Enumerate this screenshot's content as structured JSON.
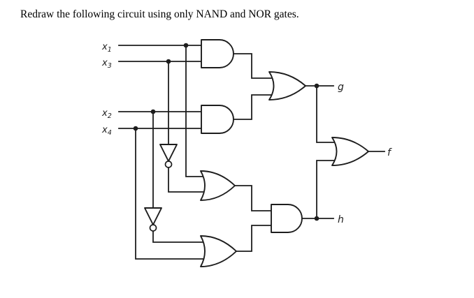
{
  "title": "Redraw the following circuit using only NAND and NOR gates.",
  "colors": {
    "background": "#ffffff",
    "line": "#1d1d1d",
    "text": "#000000"
  },
  "inputs": [
    {
      "base": "x",
      "sub": "1"
    },
    {
      "base": "x",
      "sub": "3"
    },
    {
      "base": "x",
      "sub": "2"
    },
    {
      "base": "x",
      "sub": "4"
    }
  ],
  "outputs": {
    "g": "g",
    "f": "f",
    "h": "h"
  },
  "circuit": {
    "gates": [
      {
        "id": "and-top",
        "type": "AND",
        "inputs": [
          "x1",
          "x3"
        ]
      },
      {
        "id": "and-mid",
        "type": "AND",
        "inputs": [
          "x2",
          "x4"
        ]
      },
      {
        "id": "or-g",
        "type": "OR",
        "inputs": [
          "and-top",
          "and-mid"
        ],
        "output": "g"
      },
      {
        "id": "not-x3",
        "type": "NOT",
        "inputs": [
          "x3"
        ]
      },
      {
        "id": "not-x2",
        "type": "NOT",
        "inputs": [
          "x2"
        ]
      },
      {
        "id": "or-mid",
        "type": "OR",
        "inputs": [
          "x1",
          "not-x3"
        ]
      },
      {
        "id": "or-bot",
        "type": "OR",
        "inputs": [
          "not-x2",
          "x4"
        ]
      },
      {
        "id": "and-h",
        "type": "AND",
        "inputs": [
          "or-mid",
          "or-bot"
        ],
        "output": "h"
      },
      {
        "id": "or-f",
        "type": "OR",
        "inputs": [
          "g",
          "h"
        ],
        "output": "f"
      }
    ]
  }
}
